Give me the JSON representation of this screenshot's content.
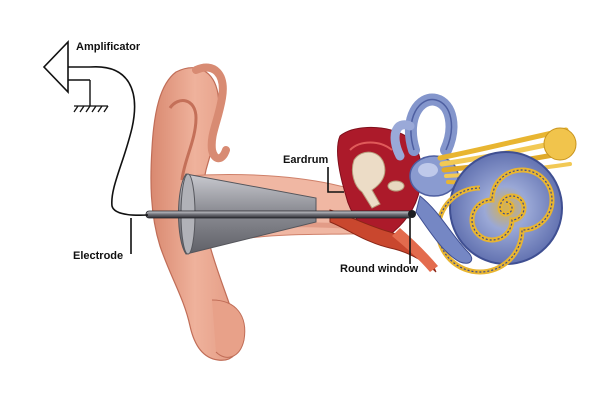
{
  "labels": {
    "amplificator": "Amplificator",
    "eardrum": "Eardrum",
    "electrode": "Electrode",
    "round_window": "Round window"
  },
  "colors": {
    "skin": "#e9a48c",
    "skin_dark": "#c8725c",
    "canal": "#f2b9a6",
    "funnel": "#8f9096",
    "cavity": "#b0192a",
    "bone": "#eadfcf",
    "cochlea_blue": "#7f93c9",
    "cochlea_dark": "#4e5fa1",
    "nerve": "#e8b531",
    "line": "#111111"
  }
}
